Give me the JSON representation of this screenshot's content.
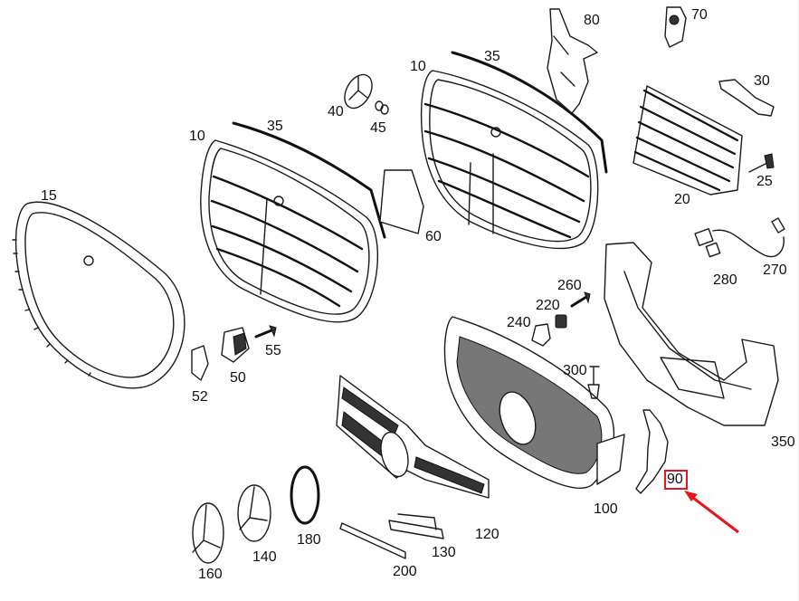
{
  "diagram": {
    "title": "Radiator grille assembly exploded parts diagram",
    "highlight_color": "#e8141b",
    "highlighted_part": "90",
    "parts": [
      {
        "id": "p15",
        "number": "15",
        "name": "grille frame"
      },
      {
        "id": "p10a",
        "number": "10",
        "name": "radiator grille (left)"
      },
      {
        "id": "p35a",
        "number": "35",
        "name": "trim strip (left)"
      },
      {
        "id": "p40",
        "number": "40",
        "name": "star emblem"
      },
      {
        "id": "p45",
        "number": "45",
        "name": "emblem clip"
      },
      {
        "id": "p10b",
        "number": "10",
        "name": "radiator grille (center)"
      },
      {
        "id": "p35b",
        "number": "35",
        "name": "trim strip (center)"
      },
      {
        "id": "p80",
        "number": "80",
        "name": "bracket"
      },
      {
        "id": "p70",
        "number": "70",
        "name": "actuator"
      },
      {
        "id": "p30",
        "number": "30",
        "name": "holder"
      },
      {
        "id": "p20",
        "number": "20",
        "name": "shutter louvre"
      },
      {
        "id": "p25",
        "number": "25",
        "name": "screw"
      },
      {
        "id": "p60",
        "number": "60",
        "name": "cover panel"
      },
      {
        "id": "p280",
        "number": "280",
        "name": "sensor"
      },
      {
        "id": "p270",
        "number": "270",
        "name": "wiring harness"
      },
      {
        "id": "p260",
        "number": "260",
        "name": "screw"
      },
      {
        "id": "p220",
        "number": "220",
        "name": "clip nut"
      },
      {
        "id": "p240",
        "number": "240",
        "name": "retainer"
      },
      {
        "id": "p55",
        "number": "55",
        "name": "screw"
      },
      {
        "id": "p50",
        "number": "50",
        "name": "mounting clip"
      },
      {
        "id": "p52",
        "number": "52",
        "name": "bracket clip"
      },
      {
        "id": "p300",
        "number": "300",
        "name": "rivet"
      },
      {
        "id": "p350",
        "number": "350",
        "name": "carrier frame"
      },
      {
        "id": "p90",
        "number": "90",
        "name": "side bracket"
      },
      {
        "id": "p100",
        "number": "100",
        "name": "diamond grille"
      },
      {
        "id": "p120",
        "number": "120",
        "name": "sport grille"
      },
      {
        "id": "p130",
        "number": "130",
        "name": "trim insert"
      },
      {
        "id": "p200",
        "number": "200",
        "name": "lower trim strip"
      },
      {
        "id": "p180",
        "number": "180",
        "name": "emblem ring"
      },
      {
        "id": "p140",
        "number": "140",
        "name": "star emblem carrier"
      },
      {
        "id": "p160",
        "number": "160",
        "name": "star emblem"
      }
    ],
    "labels": {
      "p15": "15",
      "p10a": "10",
      "p35a": "35",
      "p40": "40",
      "p45": "45",
      "p10b": "10",
      "p35b": "35",
      "p80": "80",
      "p70": "70",
      "p30": "30",
      "p20": "20",
      "p25": "25",
      "p60": "60",
      "p280": "280",
      "p270": "270",
      "p260": "260",
      "p220": "220",
      "p240": "240",
      "p55": "55",
      "p50": "50",
      "p52": "52",
      "p300": "300",
      "p350": "350",
      "p90": "90",
      "p100": "100",
      "p120": "120",
      "p130": "130",
      "p200": "200",
      "p180": "180",
      "p140": "140",
      "p160": "160"
    }
  }
}
